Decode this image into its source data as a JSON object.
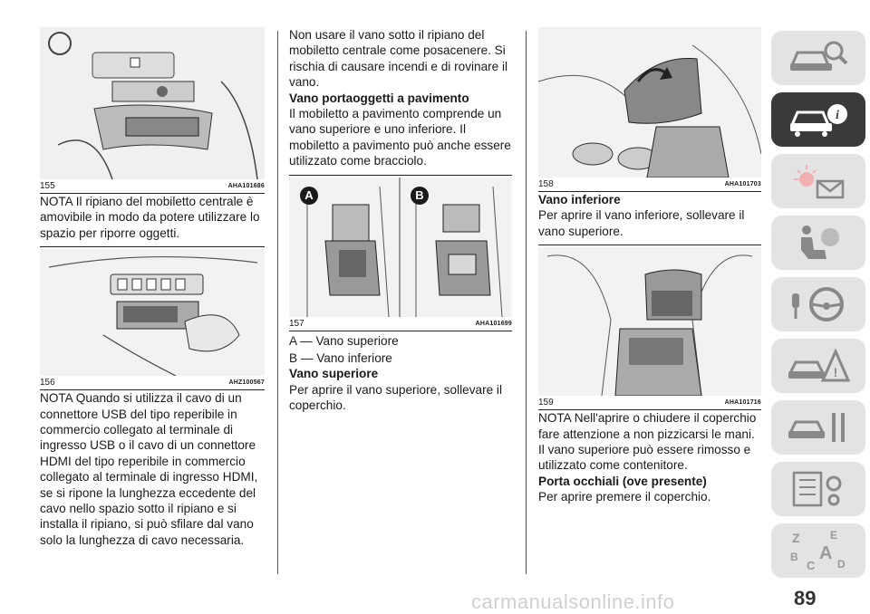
{
  "column1": {
    "fig155": {
      "number": "155",
      "code": "AHA101686"
    },
    "text_155": "NOTA Il ripiano del mobiletto centrale è amovibile in modo da potere utilizzare lo spazio per riporre oggetti.",
    "fig156": {
      "number": "156",
      "code": "AHZ100567"
    },
    "text_156": "NOTA Quando si utilizza il cavo di un connettore USB del tipo reperibile in commercio collegato al terminale di ingresso USB o il cavo di un connettore HDMI del tipo reperibile in commercio collegato al terminale di ingresso HDMI, se si ripone la lunghezza eccedente del cavo nello spazio sotto il ripiano e si installa il ripiano, si può sfilare dal vano solo la lunghezza di cavo necessaria."
  },
  "column2": {
    "text_warning": "Non usare il vano sotto il ripiano del mobiletto centrale come posacenere. Si rischia di causare incendi e di rovinare il vano.",
    "heading_floor": "Vano portaoggetti a pavimento",
    "text_floor": "Il mobiletto a pavimento comprende un vano superiore e uno inferiore. Il mobiletto a pavimento può anche essere utilizzato come bracciolo.",
    "fig157": {
      "number": "157",
      "code": "AHA101699",
      "label_a": "A",
      "label_b": "B"
    },
    "legend_a": "A — Vano superiore",
    "legend_b": "B — Vano inferiore",
    "heading_upper": "Vano superiore",
    "text_upper": "Per aprire il vano superiore, sollevare il coperchio."
  },
  "column3": {
    "fig158": {
      "number": "158",
      "code": "AHA101703"
    },
    "heading_lower": "Vano inferiore",
    "text_lower": "Per aprire il vano inferiore, sollevare il vano superiore.",
    "fig159": {
      "number": "159",
      "code": "AHA101716"
    },
    "text_159": "NOTA Nell'aprire o chiudere il coperchio fare attenzione a non pizzicarsi le mani. Il vano superiore può essere rimosso e utilizzato come contenitore.",
    "heading_glasses": "Porta occhiali (ove presente)",
    "text_glasses": "Per aprire premere il coperchio."
  },
  "sidebar": {
    "tabs": [
      {
        "icon": "car-search-icon",
        "active": false
      },
      {
        "icon": "car-info-icon",
        "active": true
      },
      {
        "icon": "warning-light-message-icon",
        "active": false
      },
      {
        "icon": "seat-airbag-icon",
        "active": false
      },
      {
        "icon": "steering-wheel-key-icon",
        "active": false
      },
      {
        "icon": "car-breakdown-warning-icon",
        "active": false
      },
      {
        "icon": "car-service-tools-icon",
        "active": false
      },
      {
        "icon": "data-settings-icon",
        "active": false
      },
      {
        "icon": "alphabetical-index-icon",
        "active": false
      }
    ],
    "index_letters": [
      "Z",
      "E",
      "A",
      "B",
      "C",
      "D"
    ]
  },
  "page_number": "89",
  "watermark": "carmanualsonline.info",
  "colors": {
    "tab_bg": "#e3e3e3",
    "tab_active": "#3a3a3a",
    "text": "#1a1a1a"
  }
}
